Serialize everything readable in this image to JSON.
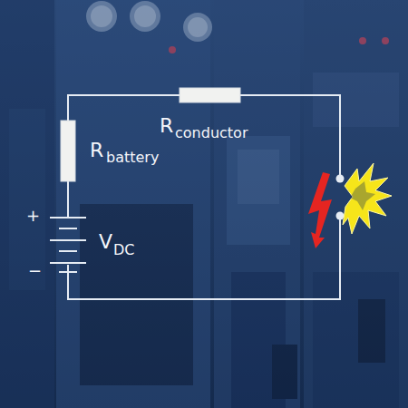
{
  "diagram": {
    "labels": [
      "R",
      "conductor",
      "R",
      "battery",
      "+",
      "V",
      "DC",
      "−"
    ]
  }
}
